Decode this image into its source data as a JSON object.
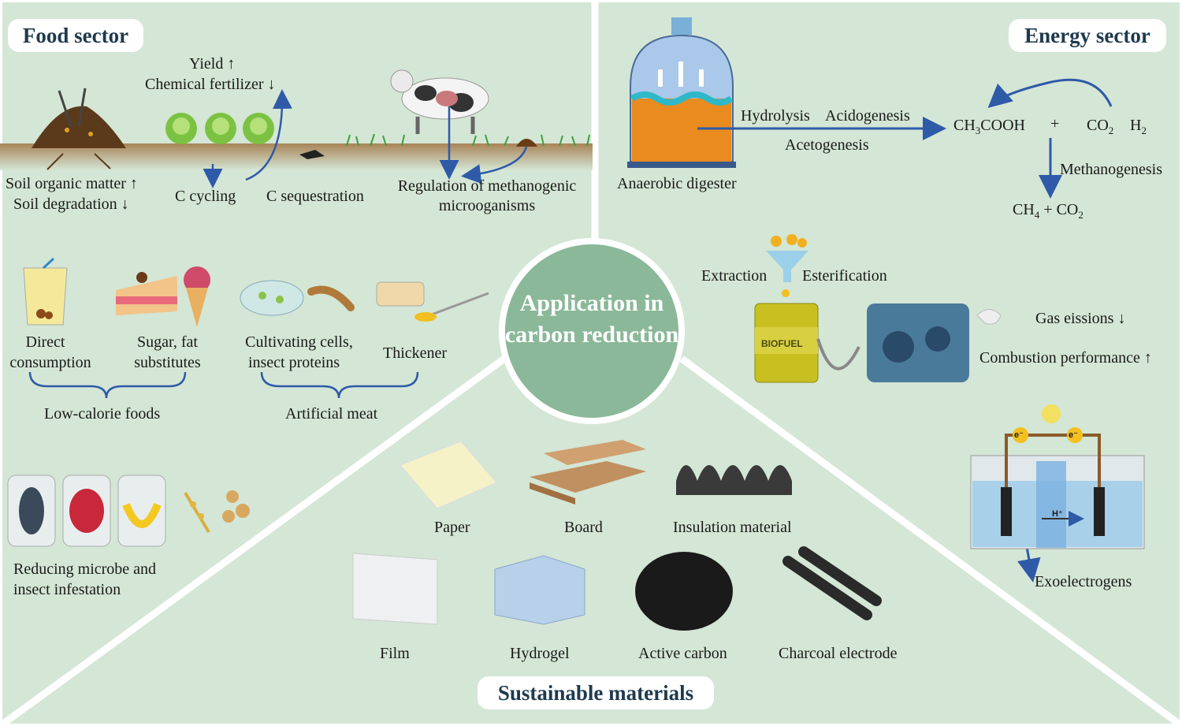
{
  "center": {
    "title": "Application in carbon reduction"
  },
  "sections": {
    "food": "Food sector",
    "energy": "Energy sector",
    "materials": "Sustainable materials"
  },
  "food": {
    "yield": "Yield ↑",
    "fertilizer": "Chemical fertilizer ↓",
    "soil_om": "Soil organic matter ↑",
    "soil_deg": "Soil degradation ↓",
    "c_cycling": "C cycling",
    "c_seq": "C sequestration",
    "methano_1": "Regulation of methanogenic",
    "methano_2": "microoganisms",
    "direct_1": "Direct",
    "direct_2": "consumption",
    "sugar_1": "Sugar, fat",
    "sugar_2": "substitutes",
    "cult_1": "Cultivating cells,",
    "cult_2": "insect proteins",
    "thickener": "Thickener",
    "low_cal": "Low-calorie foods",
    "art_meat": "Artificial meat",
    "reduce_1": "Reducing microbe and",
    "reduce_2": "insect infestation"
  },
  "energy": {
    "hydrolysis": "Hydrolysis",
    "acidogenesis": "Acidogenesis",
    "acetogenesis": "Acetogenesis",
    "anaerobic": "Anaerobic digester",
    "ch_a": "CH",
    "ch_sub": "3",
    "ch_b": "COOH",
    "plus": "+",
    "co": "CO",
    "co_sub": "2",
    "h": "H",
    "h_sub": "2",
    "methanogenesis": "Methanogenesis",
    "ch4_a": "CH",
    "ch4_sub": "4",
    "ch4_b": " + CO",
    "ch4_sub2": "2",
    "extraction": "Extraction",
    "esterification": "Esterification",
    "biofuel": "BIOFUEL",
    "gas": "Gas eissions ↓",
    "combustion": "Combustion performance ↑",
    "exo": "Exoelectrogens",
    "e1": "e⁻",
    "e2": "e⁻",
    "hplus": "H⁺"
  },
  "materials": {
    "paper": "Paper",
    "board": "Board",
    "insulation": "Insulation material",
    "film": "Film",
    "hydrogel": "Hydrogel",
    "active": "Active carbon",
    "charcoal": "Charcoal electrode"
  },
  "colors": {
    "panel": "#d4e6d5",
    "divider": "#ffffff",
    "arrow": "#2e5aa8",
    "circle": "#8ab898",
    "title": "#1f3a4d"
  }
}
